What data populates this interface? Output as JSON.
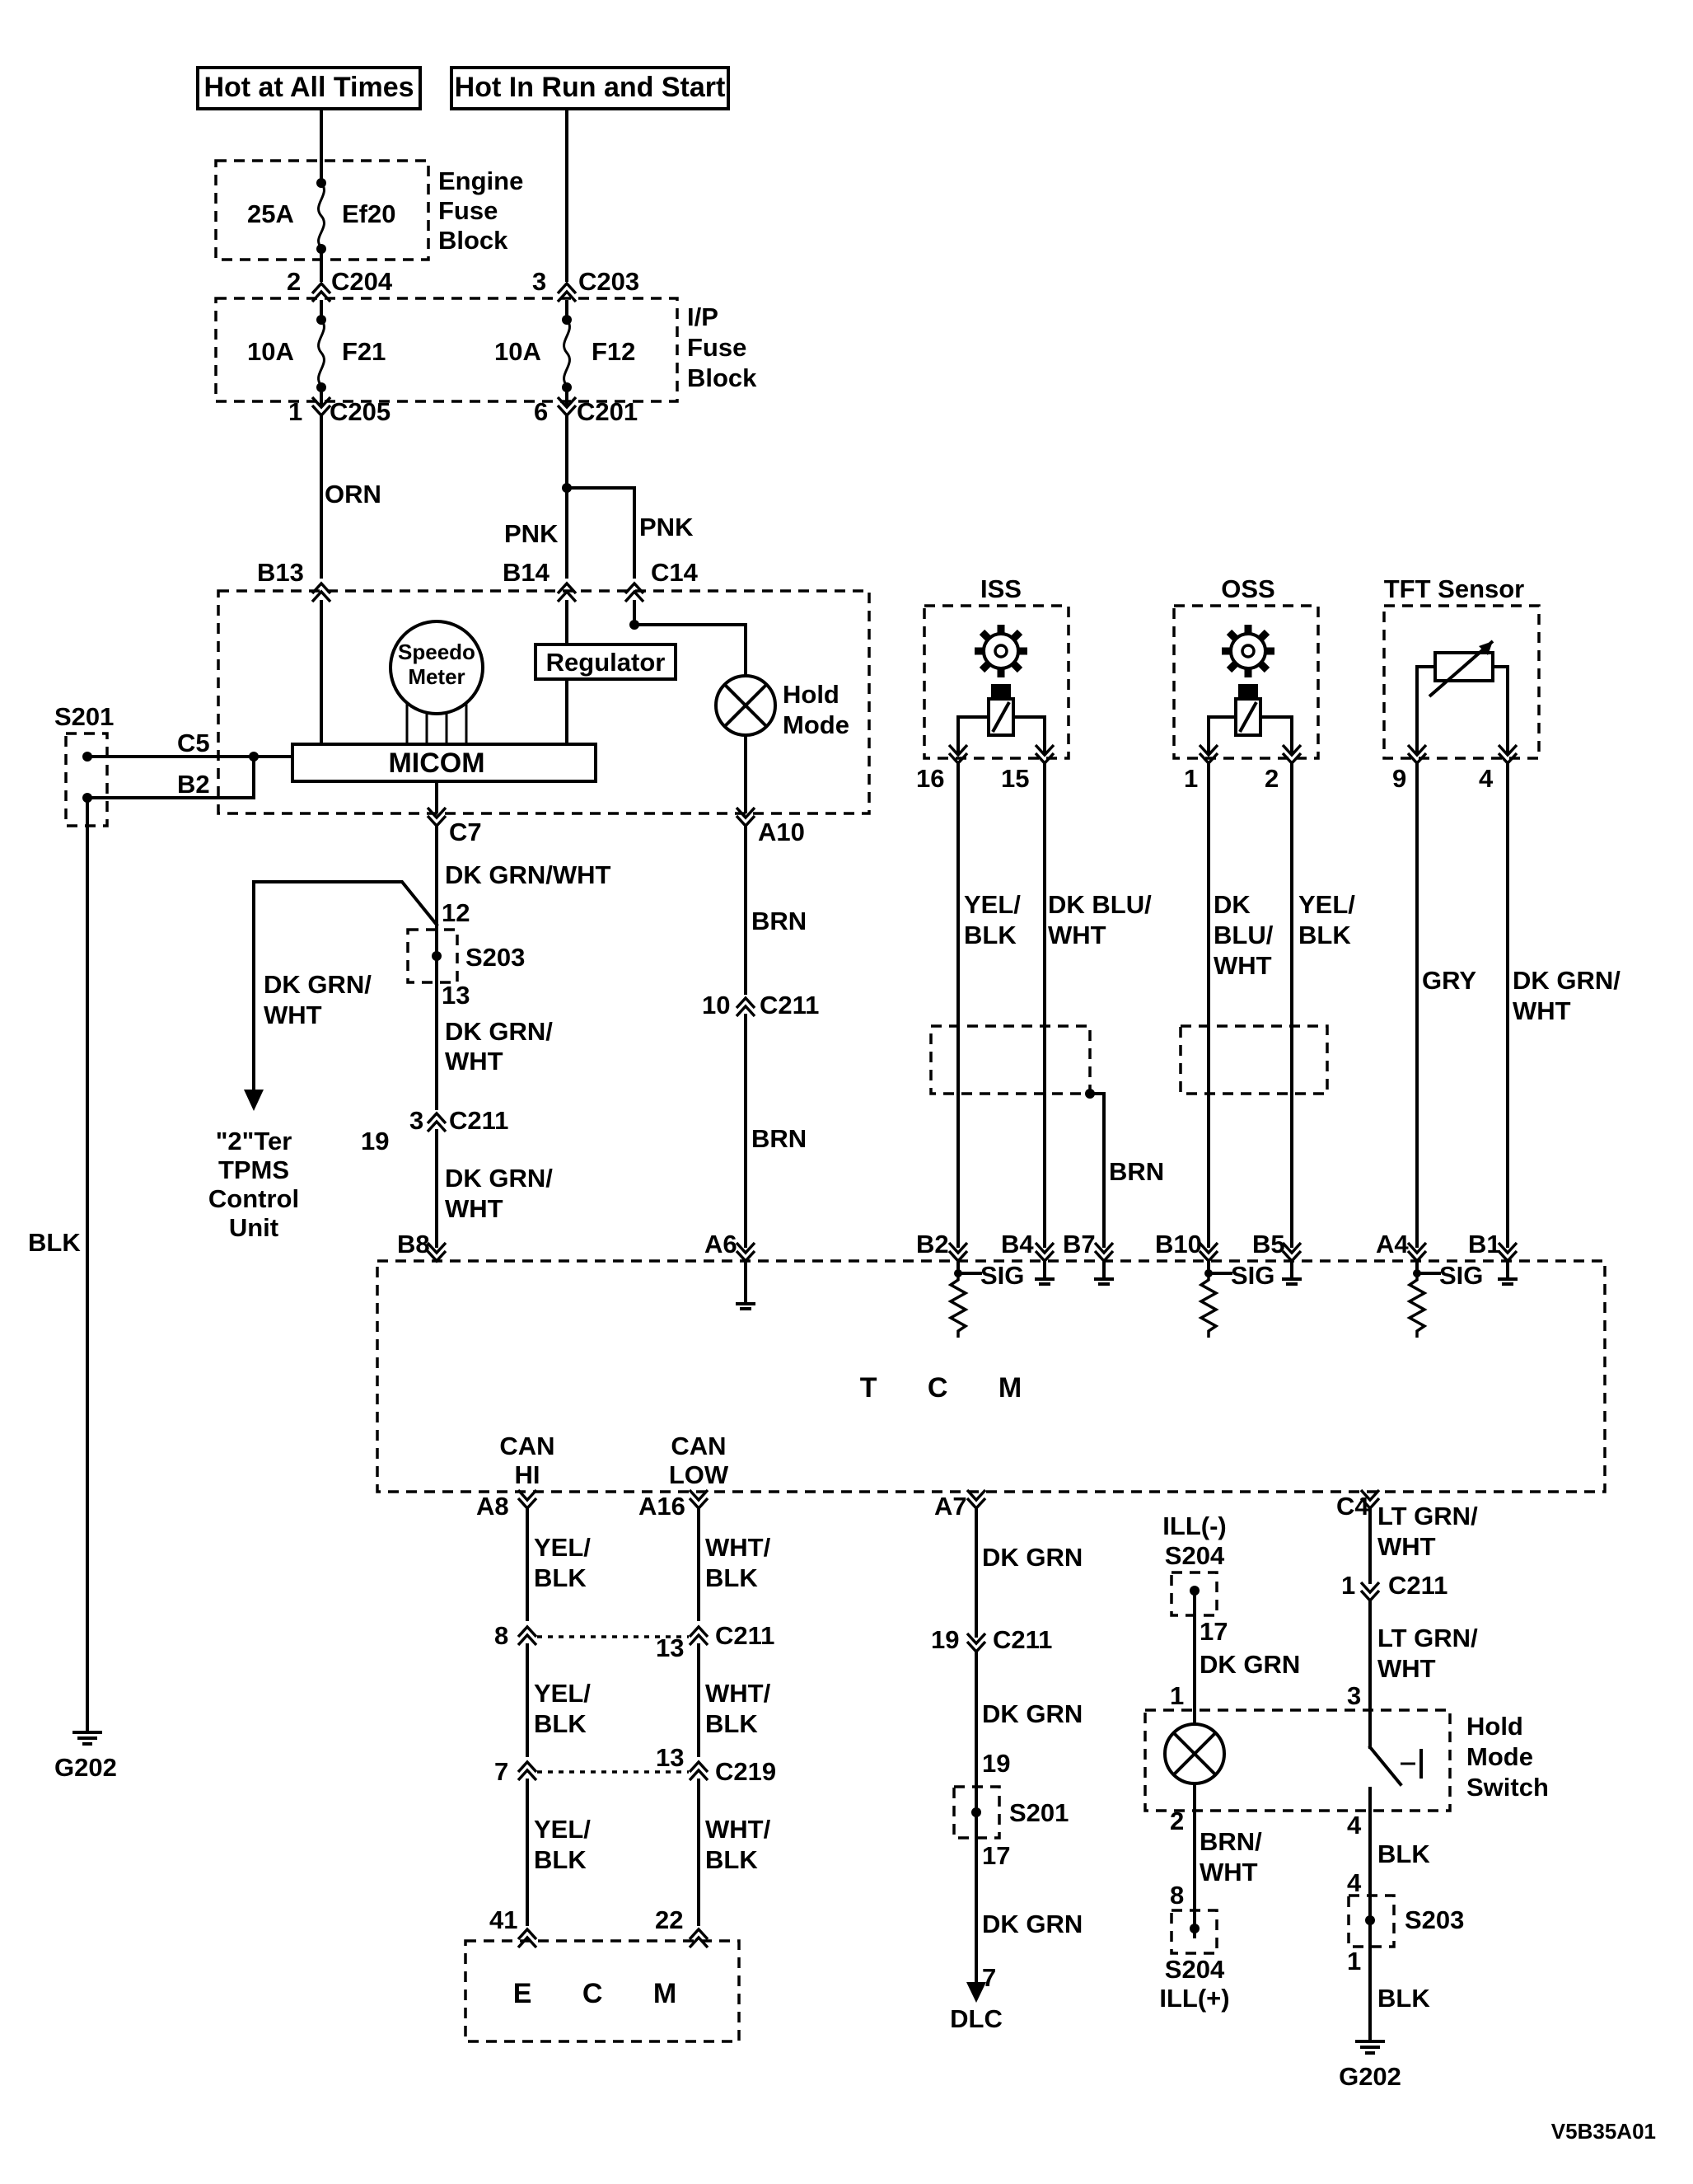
{
  "power": {
    "hot_all_times": "Hot at All Times",
    "hot_run_start": "Hot In Run and Start"
  },
  "engine_fuse_block": {
    "label_lines": [
      "Engine",
      "Fuse",
      "Block"
    ],
    "rating": "25A",
    "fuse": "Ef20"
  },
  "ip_fuse_block": {
    "label_lines": [
      "I/P",
      "Fuse",
      "Block"
    ],
    "fuses": [
      {
        "rating": "10A",
        "name": "F21"
      },
      {
        "rating": "10A",
        "name": "F12"
      }
    ]
  },
  "connectors": {
    "c204": "C204",
    "c204_pin": "2",
    "c203": "C203",
    "c203_pin": "3",
    "c205": "C205",
    "c205_pin": "1",
    "c201": "C201",
    "c201_pin": "6",
    "b13": "B13",
    "b14": "B14",
    "c14": "C14",
    "c5": "C5",
    "b2": "B2",
    "c7": "C7",
    "a10": "A10",
    "c211": "C211",
    "c219": "C219",
    "pin12": "12",
    "pin13": "13",
    "pin3": "3",
    "pin10": "10",
    "pin19": "19",
    "pin_19_left": "19",
    "pin8": "8",
    "pin13b": "13",
    "pin7": "7",
    "pin13c": "13",
    "pin41": "41",
    "pin22": "22",
    "pin19b": "19",
    "pin_s201_19": "19",
    "pin_s201_17": "17",
    "pin_dlc7": "7",
    "pin17": "17",
    "pin1_lamp": "1",
    "pin2_lamp": "2",
    "pin8_ill": "8",
    "pin1_c211": "1",
    "pin3_sw": "3",
    "pin4_sw": "4",
    "pin4_s203": "4",
    "pin1_s203": "1",
    "iss_16": "16",
    "iss_15": "15",
    "oss_1": "1",
    "oss_2": "2",
    "tft_9": "9",
    "tft_4": "4"
  },
  "cluster": {
    "speedometer_lines": [
      "Speedo",
      "Meter"
    ],
    "micom": "MICOM",
    "regulator": "Regulator",
    "hold_mode_lines": [
      "Hold",
      "Mode"
    ]
  },
  "splices": {
    "s201": "S201",
    "s203": "S203",
    "s204_top": "S204",
    "s204_bottom": "S204",
    "s201_lower": "S201",
    "s203_lower": "S203"
  },
  "wires": {
    "orn": "ORN",
    "pnk1": "PNK",
    "pnk2": "PNK",
    "dkgrnwht_1": "DK GRN/WHT",
    "dkgrnwht_branch": [
      "DK GRN/",
      "WHT"
    ],
    "dkgrnwht_2": [
      "DK GRN/",
      "WHT"
    ],
    "dkgrnwht_3": [
      "DK GRN/",
      "WHT"
    ],
    "brn1": "BRN",
    "brn2": "BRN",
    "blk_left": "BLK",
    "iss_a": [
      "YEL/",
      "BLK"
    ],
    "iss_b": [
      "DK BLU/",
      "WHT"
    ],
    "oss_a": [
      "DK",
      "BLU/",
      "WHT"
    ],
    "oss_b": [
      "YEL/",
      "BLK"
    ],
    "tft_a": "GRY",
    "tft_b": [
      "DK GRN/",
      "WHT"
    ],
    "brn_shield": "BRN",
    "can_hi_1": [
      "YEL/",
      "BLK"
    ],
    "can_hi_2": [
      "YEL/",
      "BLK"
    ],
    "can_hi_3": [
      "YEL/",
      "BLK"
    ],
    "can_lo_1": [
      "WHT/",
      "BLK"
    ],
    "can_lo_2": [
      "WHT/",
      "BLK"
    ],
    "can_lo_3": [
      "WHT/",
      "BLK"
    ],
    "dkgrn_1": "DK GRN",
    "dkgrn_2": "DK GRN",
    "dkgrn_3": "DK GRN",
    "dkgrn_lamp": "DK GRN",
    "brnwht": [
      "BRN/",
      "WHT"
    ],
    "ltgrnwht_1": [
      "LT GRN/",
      "WHT"
    ],
    "ltgrnwht_2": [
      "LT GRN/",
      "WHT"
    ],
    "blk_sw": "BLK",
    "blk_bottom": "BLK"
  },
  "destinations": {
    "tpms_lines": [
      "\"2\"Ter",
      "TPMS",
      "Control",
      "Unit"
    ],
    "dlc": "DLC",
    "ill_minus": "ILL(-)",
    "ill_plus": "ILL(+)",
    "g202_left": "G202",
    "g202_right": "G202"
  },
  "sensors": {
    "iss": "ISS",
    "oss": "OSS",
    "tft": "TFT Sensor"
  },
  "tcm": {
    "name": "T C M",
    "pins": {
      "b8": "B8",
      "a6": "A6",
      "b2": "B2",
      "b4": "B4",
      "b7": "B7",
      "b10": "B10",
      "b5": "B5",
      "a4": "A4",
      "b1": "B1",
      "a8": "A8",
      "a16": "A16",
      "a7": "A7",
      "c4": "C4"
    },
    "sig": [
      "SIG",
      "SIG",
      "SIG"
    ],
    "can_hi_lines": [
      "CAN",
      "HI"
    ],
    "can_low_lines": [
      "CAN",
      "LOW"
    ]
  },
  "ecm": {
    "name": "E C M"
  },
  "hold_mode_switch_lines": [
    "Hold",
    "Mode",
    "Switch"
  ],
  "figure_code": "V5B35A01"
}
